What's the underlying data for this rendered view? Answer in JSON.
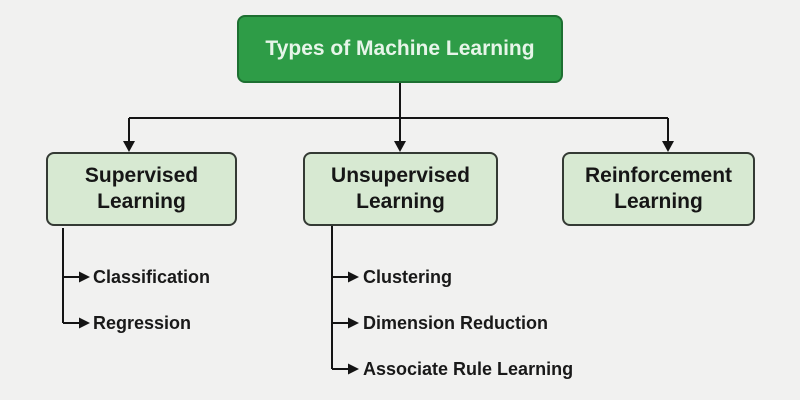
{
  "diagram_title": "Types of Machine Learning",
  "colors": {
    "background": "#f1f1f0",
    "root_fill": "#2e9c47",
    "root_border": "#1d6f31",
    "root_text": "#e7f5e9",
    "node_fill": "#d7e9d2",
    "node_border": "#343a34",
    "node_text": "#161616",
    "connector_line": "#141414"
  },
  "root": {
    "label": "Types of Machine Learning"
  },
  "branches": [
    {
      "label": "Supervised Learning",
      "children": [
        "Classification",
        "Regression"
      ]
    },
    {
      "label": "Unsupervised Learning",
      "children": [
        "Clustering",
        "Dimension Reduction",
        "Associate Rule Learning"
      ]
    },
    {
      "label": "Reinforcement Learning",
      "children": []
    }
  ]
}
